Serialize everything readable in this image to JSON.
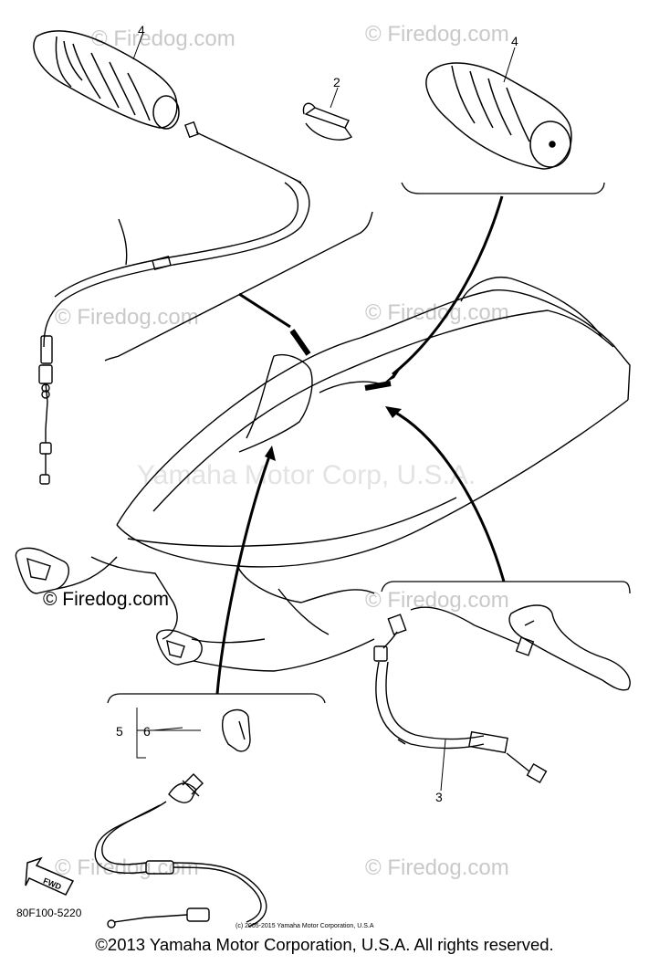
{
  "watermarks": {
    "tl": "© Firedog.com",
    "tr": "© Firedog.com",
    "ml": "© Firedog.com",
    "mr": "© Firedog.com",
    "center": "Yamaha Motor Corp, U.S.A.",
    "left": "© Firedog.com",
    "lr": "© Firedog.com",
    "bl": "© Firedog.com",
    "br": "© Firedog.com"
  },
  "callouts": {
    "grip_left": "4",
    "grip_right": "4",
    "clip": "2",
    "brake_cable": "3",
    "switch_assy": "5",
    "switch_part": "6"
  },
  "arrow_label": "FWD",
  "part_code": "80F100-5220",
  "small_copyright": "(c) 2005-2015 Yamaha Motor Corporation, U.S.A",
  "copyright": "©2013 Yamaha Motor Corporation, U.S.A. All rights reserved."
}
